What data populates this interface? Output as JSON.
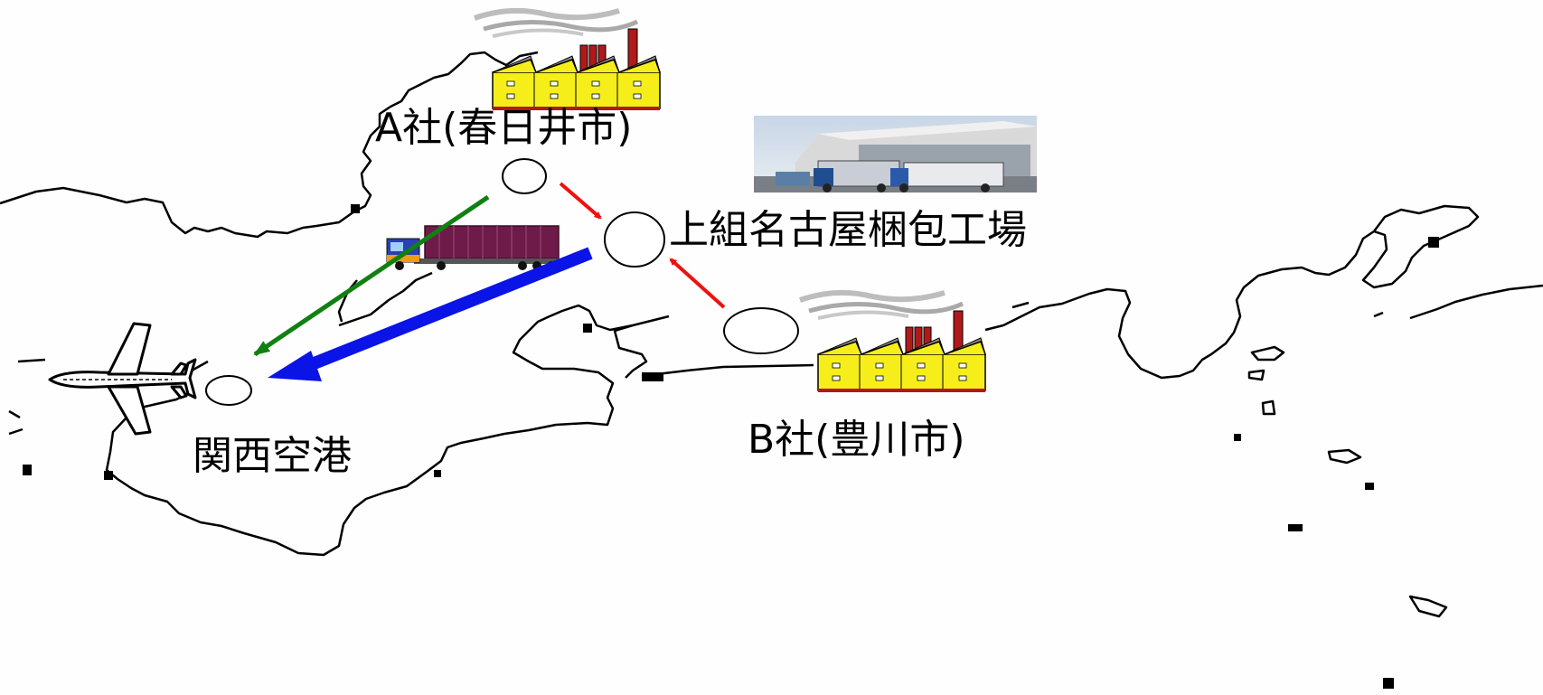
{
  "labels": {
    "company_a": "A社(春日井市)",
    "packing_plant": "上組名古屋梱包工場",
    "company_b": "B社(豊川市)",
    "airport": "関西空港"
  },
  "icons": {
    "factory": "factory-icon",
    "warehouse_photo": "warehouse-photo",
    "truck": "container-truck-icon",
    "airplane": "airplane-icon"
  },
  "colors": {
    "route_direct": "#108010",
    "route_to_plant": "#ee1111",
    "route_plant_to_airport": "#0a14e6",
    "factory_body": "#f5ee1a",
    "chimney": "#b01a1a",
    "truck_container": "#6e1b4a"
  }
}
